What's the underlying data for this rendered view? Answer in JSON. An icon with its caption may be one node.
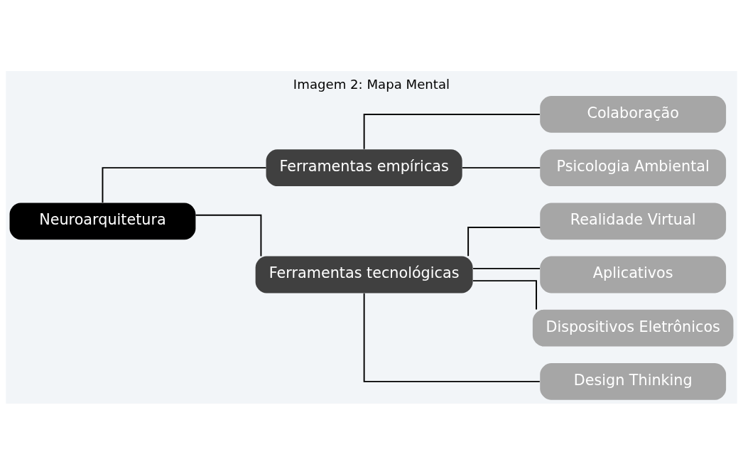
{
  "diagram": {
    "title": "Imagem 2: Mapa Mental",
    "nodes": [
      {
        "text": [
          "Ferramentas empíricas"
        ]
      },
      {
        "text": [
          "Colaboração"
        ]
      },
      {
        "text": [
          "Psicologia Ambiental"
        ]
      },
      {
        "text": [
          "Neuroarquitetura"
        ]
      },
      {
        "text": [
          "Ferramentas tecnológicas"
        ]
      },
      {
        "text": [
          "Realidade Virtual"
        ]
      },
      {
        "text": [
          "Aplicativos"
        ]
      },
      {
        "text": [
          "Dispositivos Eletrônicos"
        ]
      },
      {
        "text": [
          "Design Thinking"
        ]
      }
    ],
    "edges": [
      {
        "from": 3,
        "to": 0,
        "arrow": "none"
      },
      {
        "from": 3,
        "to": 4,
        "arrow": "none"
      },
      {
        "from": 0,
        "to": 1,
        "arrow": "none"
      },
      {
        "from": 0,
        "to": 2,
        "arrow": "none"
      },
      {
        "from": 4,
        "to": 5,
        "arrow": "none"
      },
      {
        "from": 4,
        "to": 6,
        "arrow": "none"
      },
      {
        "from": 4,
        "to": 7,
        "arrow": "none"
      },
      {
        "from": 4,
        "to": 8,
        "arrow": "none"
      }
    ]
  }
}
